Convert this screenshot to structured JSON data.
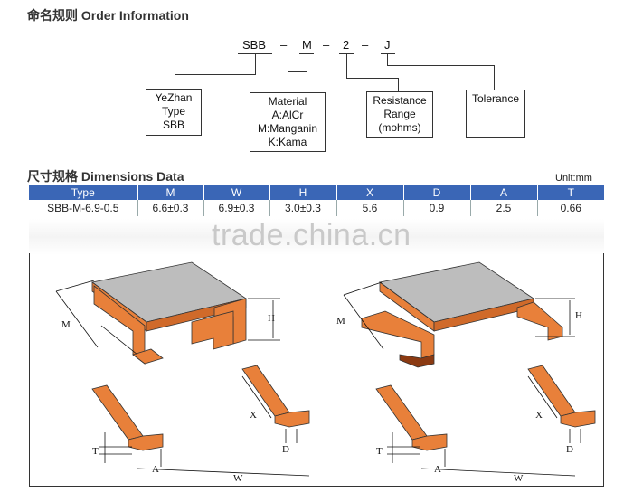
{
  "order_section": {
    "title": "命名规则  Order Information",
    "code_parts": [
      "SBB",
      "–",
      "M",
      "–",
      "2",
      "–",
      "J"
    ],
    "boxes": [
      {
        "lines": [
          "YeZhan",
          "Type",
          "SBB"
        ]
      },
      {
        "lines": [
          "Material",
          "A:AlCr",
          "M:Manganin",
          "K:Kama"
        ]
      },
      {
        "lines": [
          "Resistance",
          "Range",
          "(mohms)"
        ]
      },
      {
        "lines": [
          "Tolerance"
        ]
      }
    ]
  },
  "dimensions_section": {
    "title": "尺寸规格  Dimensions Data",
    "unit": "Unit:mm",
    "table": {
      "headers": [
        "Type",
        "M",
        "W",
        "H",
        "X",
        "D",
        "A",
        "T"
      ],
      "rows": [
        [
          "SBB-M-6.9-0.5",
          "6.6±0.3",
          "6.9±0.3",
          "3.0±0.3",
          "5.6",
          "0.9",
          "2.5",
          "0.66"
        ]
      ]
    },
    "watermark": "trade.china.cn",
    "figure_labels": {
      "M": "M",
      "H": "H",
      "X": "X",
      "D": "D",
      "T": "T",
      "A": "A",
      "W": "W"
    }
  },
  "colors": {
    "header_blue": "#3a66b6",
    "copper": "#e8803a",
    "body_grey": "#b9b9b9"
  }
}
